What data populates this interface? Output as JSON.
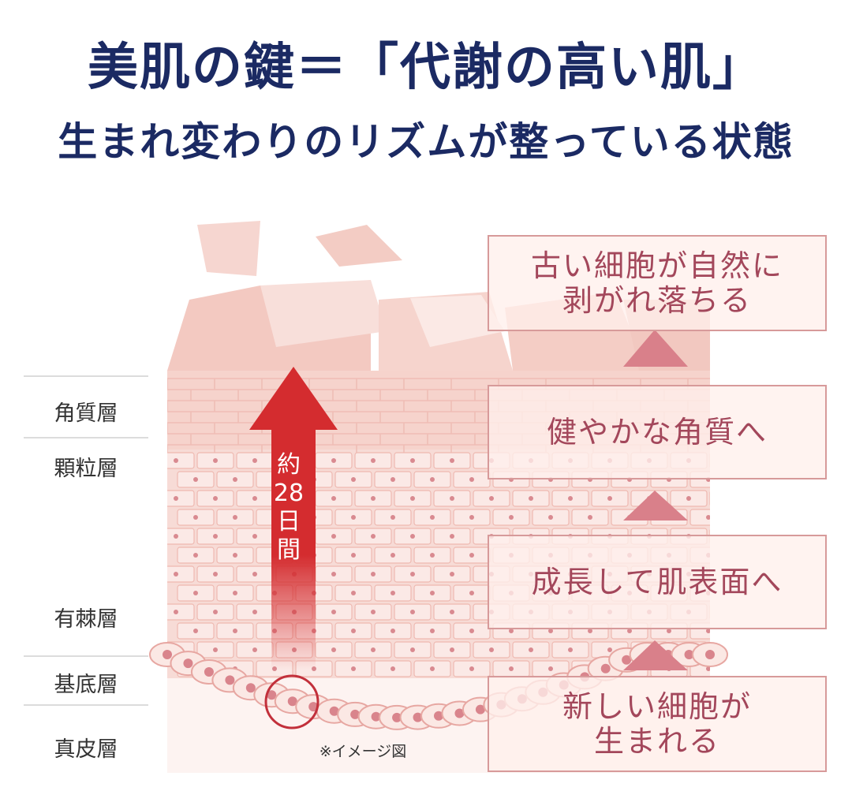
{
  "header": {
    "title": "美肌の鍵＝「代謝の高い肌」",
    "subtitle": "生まれ変わりのリズムが整っている状態"
  },
  "layers": [
    {
      "label": "角質層"
    },
    {
      "label": "顆粒層"
    },
    {
      "label": "有棘層"
    },
    {
      "label": "基底層"
    },
    {
      "label": "真皮層"
    }
  ],
  "arrow": {
    "label": "約\n28\n日\n間"
  },
  "steps": [
    {
      "label": "古い細胞が自然に\n剥がれ落ちる"
    },
    {
      "label": "健やかな角質へ"
    },
    {
      "label": "成長して肌表面へ"
    },
    {
      "label": "新しい細胞が\n生まれる"
    }
  ],
  "note": "※イメージ図",
  "colors": {
    "title": "#1b2a63",
    "skin": "#f6d3cc",
    "cell_line": "#e9b2ac",
    "arrow": "#d42c2f",
    "step_text": "#a3475b",
    "step_border": "#d79a9a",
    "triangle": "#d9808a"
  }
}
